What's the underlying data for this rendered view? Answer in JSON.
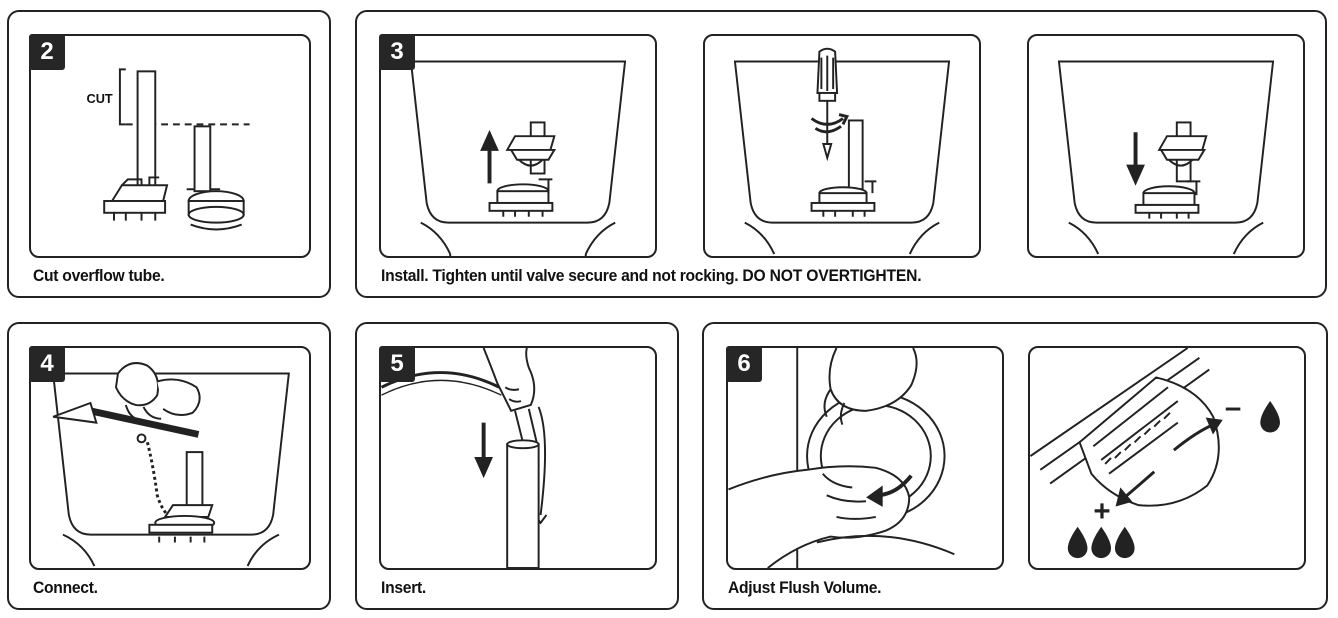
{
  "steps": [
    {
      "number": "2",
      "caption": "Cut overflow tube.",
      "label": "CUT"
    },
    {
      "number": "3",
      "caption": "Install. Tighten until valve secure and not rocking.",
      "warning": "DO NOT OVERTIGHTEN."
    },
    {
      "number": "4",
      "caption": "Connect."
    },
    {
      "number": "5",
      "caption": "Insert."
    },
    {
      "number": "6",
      "caption": "Adjust Flush Volume.",
      "minus_symbol": "–",
      "plus_symbol": "+"
    }
  ],
  "colors": {
    "ink": "#222222",
    "badge": "#262626",
    "paper": "#ffffff"
  }
}
